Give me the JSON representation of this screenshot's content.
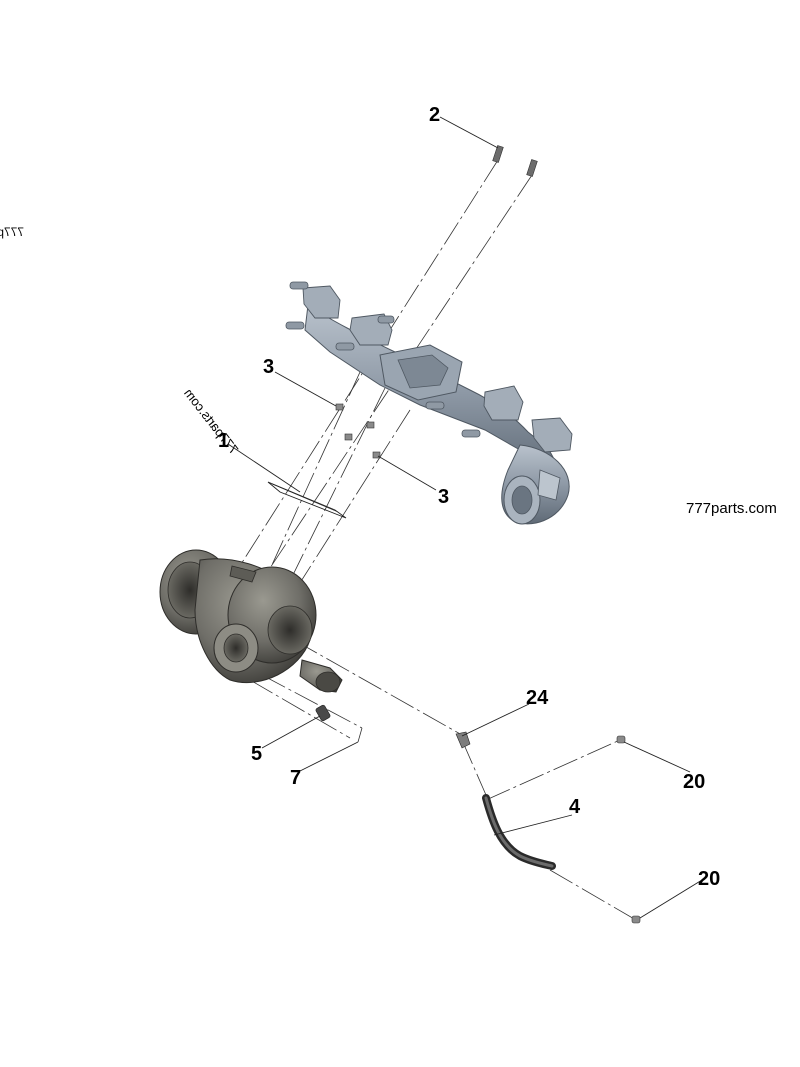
{
  "watermarks": {
    "right": "777parts.com",
    "center_rotated": "777parts.com",
    "left_cut": "777p"
  },
  "callouts": {
    "c1": "1",
    "c2": "2",
    "c3a": "3",
    "c3b": "3",
    "c4": "4",
    "c5": "5",
    "c7": "7",
    "c20a": "20",
    "c20b": "20",
    "c24": "24"
  },
  "parts": [
    {
      "ref": "1",
      "name": "gasket-flat"
    },
    {
      "ref": "2",
      "name": "stud"
    },
    {
      "ref": "3",
      "name": "nut"
    },
    {
      "ref": "4",
      "name": "oil-drain-tube"
    },
    {
      "ref": "5",
      "name": "plug"
    },
    {
      "ref": "7",
      "name": "gasket"
    },
    {
      "ref": "20",
      "name": "clamp"
    },
    {
      "ref": "24",
      "name": "elbow-fitting"
    }
  ],
  "colors": {
    "manifold": "#8e99a6",
    "manifold_dark": "#5f6a76",
    "turbo": "#6f6e68",
    "turbo_dark": "#3e3d39",
    "hardware": "#7a7a7a",
    "tube": "#2a2a2a"
  }
}
